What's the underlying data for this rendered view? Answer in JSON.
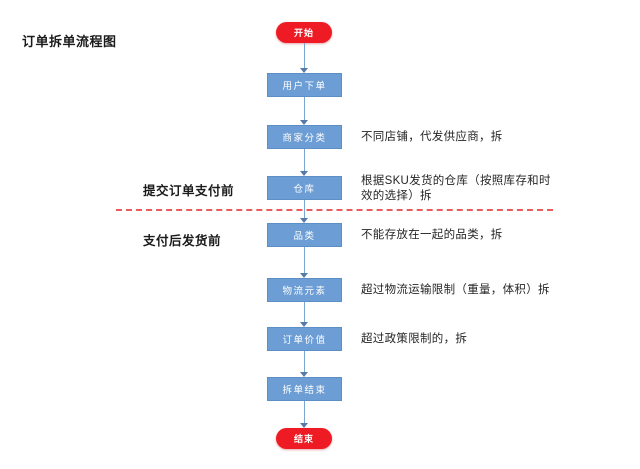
{
  "title": "订单拆单流程图",
  "flow": {
    "start": {
      "label": "开始"
    },
    "end": {
      "label": "结束"
    },
    "steps": [
      {
        "label": "用户下单",
        "annotation": ""
      },
      {
        "label": "商家分类",
        "annotation": "不同店铺，代发供应商，拆"
      },
      {
        "label": "仓库",
        "annotation": "根据SKU发货的仓库（按照库存和时效的选择）拆"
      },
      {
        "label": "品类",
        "annotation": "不能存放在一起的品类，拆"
      },
      {
        "label": "物流元素",
        "annotation": "超过物流运输限制（重量，体积）拆"
      },
      {
        "label": "订单价值",
        "annotation": "超过政策限制的，拆"
      },
      {
        "label": "拆单结束",
        "annotation": ""
      }
    ]
  },
  "phases": [
    {
      "label": "提交订单支付前"
    },
    {
      "label": "支付后发货前"
    }
  ],
  "colors": {
    "node_blue": "#6C9DD4",
    "node_blue_border": "#5D8FC7",
    "terminal_red": "#EE1B24",
    "divider_red": "#EA5B5B",
    "arrow_line": "#7CA6D0",
    "arrow_head": "#567BA8"
  }
}
